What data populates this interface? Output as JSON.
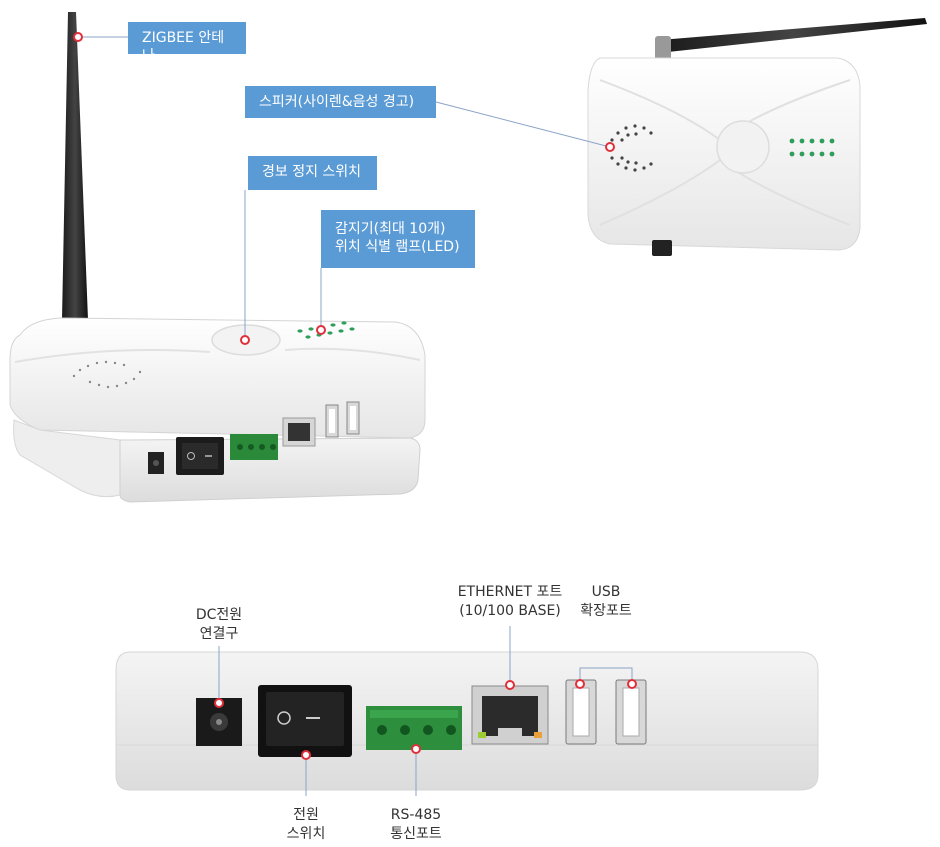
{
  "top_labels": {
    "antenna": "ZIGBEE 안테나",
    "speaker": "스피커(사이렌&음성 경고)",
    "alarm_stop_switch": "경보 정지 스위치",
    "sensor_led": "감지기(최대 10개)\n위치 식별 램프(LED)"
  },
  "bottom_labels": {
    "dc_power": "DC전원\n연결구",
    "ethernet": "ETHERNET 포트\n(10/100 BASE)",
    "usb": "USB\n확장포트",
    "power_switch": "전원\n스위치",
    "rs485": "RS-485\n통신포트"
  },
  "colors": {
    "label_bg": "#5b9bd5",
    "callout_line": "#8aa4c8",
    "callout_dot": "#e0303a",
    "led_green": "#2e9e5a"
  }
}
